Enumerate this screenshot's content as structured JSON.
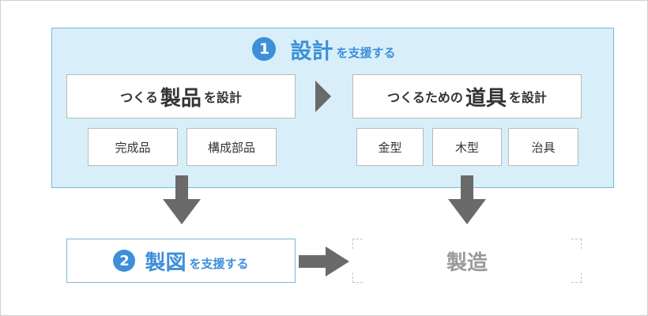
{
  "design": {
    "number": "1",
    "title_main": "設計",
    "title_sub": "を支援する",
    "product": {
      "prefix": "つくる",
      "emphasis": "製品",
      "suffix": "を設計",
      "items": [
        "完成品",
        "構成部品"
      ]
    },
    "tooling": {
      "prefix": "つくるための",
      "emphasis": "道具",
      "suffix": "を設計",
      "items": [
        "金型",
        "木型",
        "治具"
      ]
    }
  },
  "drawing": {
    "number": "2",
    "title_main": "製図",
    "title_sub": "を支援する"
  },
  "manufacturing": {
    "label": "製造"
  },
  "colors": {
    "accent_blue": "#3d8fd9",
    "panel_fill": "#d8eff9",
    "panel_border": "#7ab8de",
    "arrow_gray": "#6a6a6a",
    "muted_text": "#9a9a9a"
  }
}
